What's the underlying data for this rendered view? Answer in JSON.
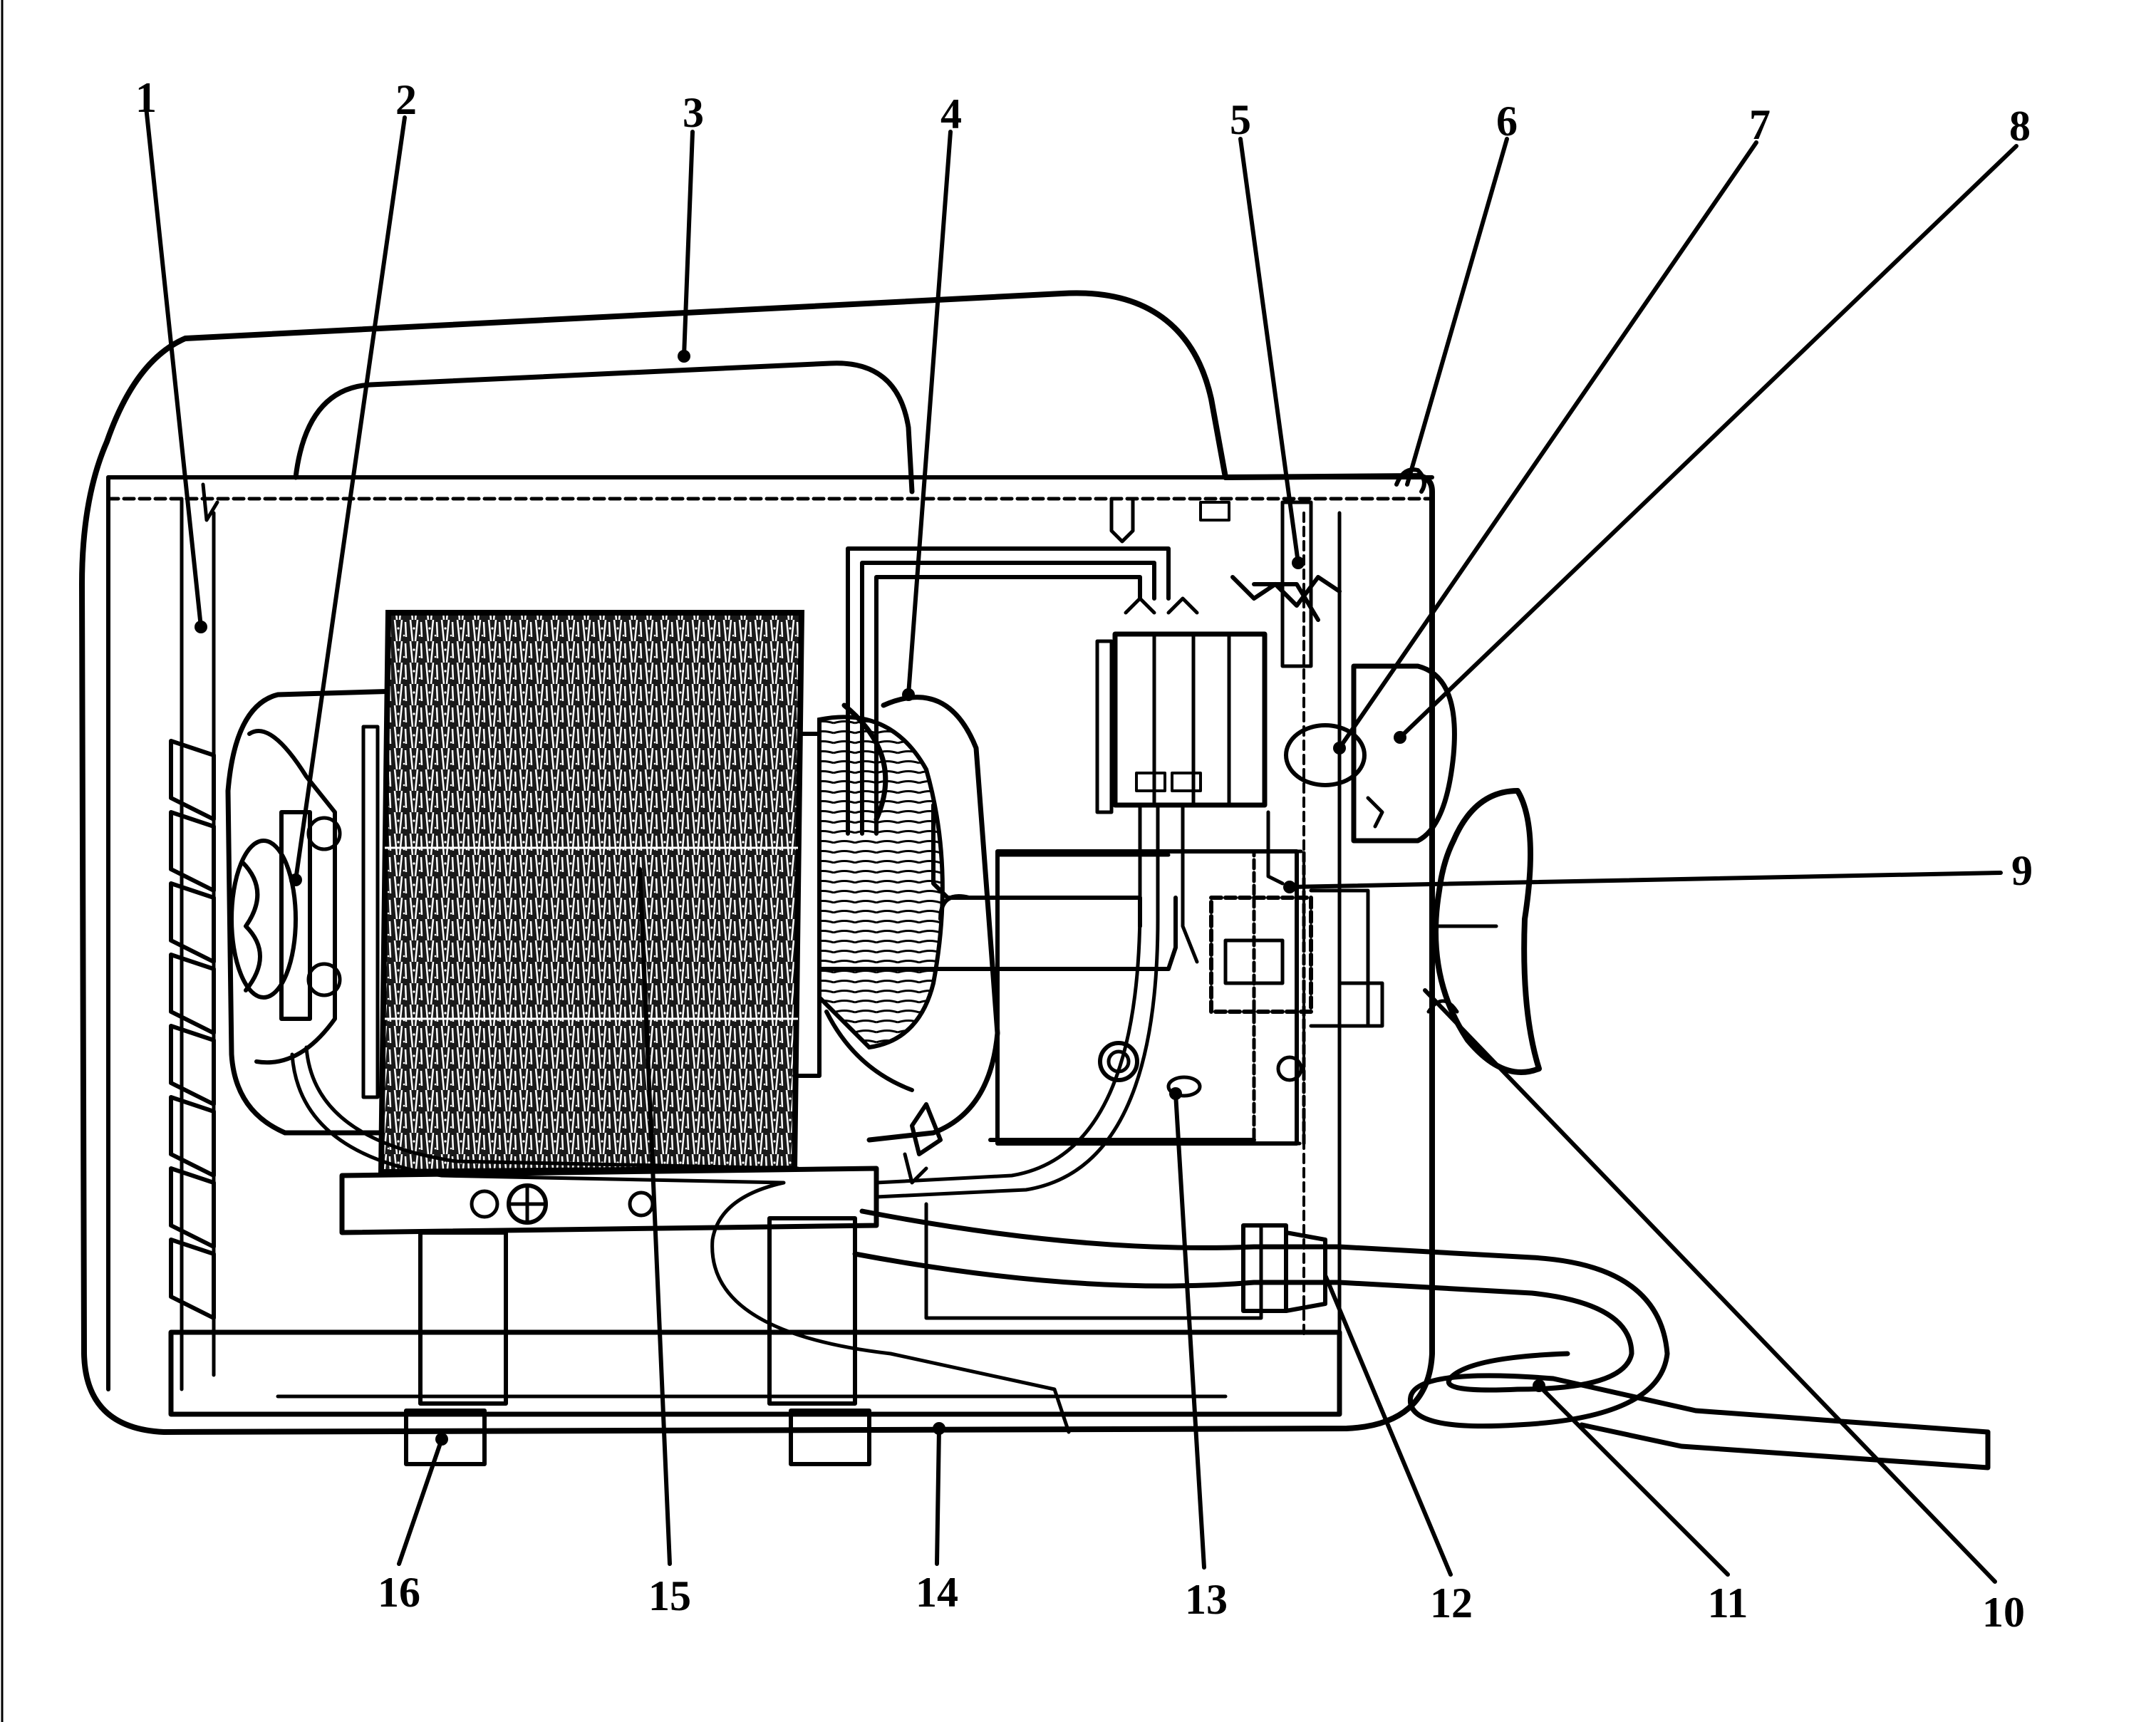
{
  "diagram": {
    "callouts": [
      {
        "id": "c1",
        "label": "1"
      },
      {
        "id": "c2",
        "label": "2"
      },
      {
        "id": "c3",
        "label": "3"
      },
      {
        "id": "c4",
        "label": "4"
      },
      {
        "id": "c5",
        "label": "5"
      },
      {
        "id": "c6",
        "label": "6"
      },
      {
        "id": "c7",
        "label": "7"
      },
      {
        "id": "c8",
        "label": "8"
      },
      {
        "id": "c9",
        "label": "9"
      },
      {
        "id": "c10",
        "label": "10"
      },
      {
        "id": "c11",
        "label": "11"
      },
      {
        "id": "c12",
        "label": "12"
      },
      {
        "id": "c13",
        "label": "13"
      },
      {
        "id": "c14",
        "label": "14"
      },
      {
        "id": "c15",
        "label": "15"
      },
      {
        "id": "c16",
        "label": "16"
      }
    ]
  },
  "colors": {
    "line": "#000000",
    "background": "#ffffff"
  }
}
